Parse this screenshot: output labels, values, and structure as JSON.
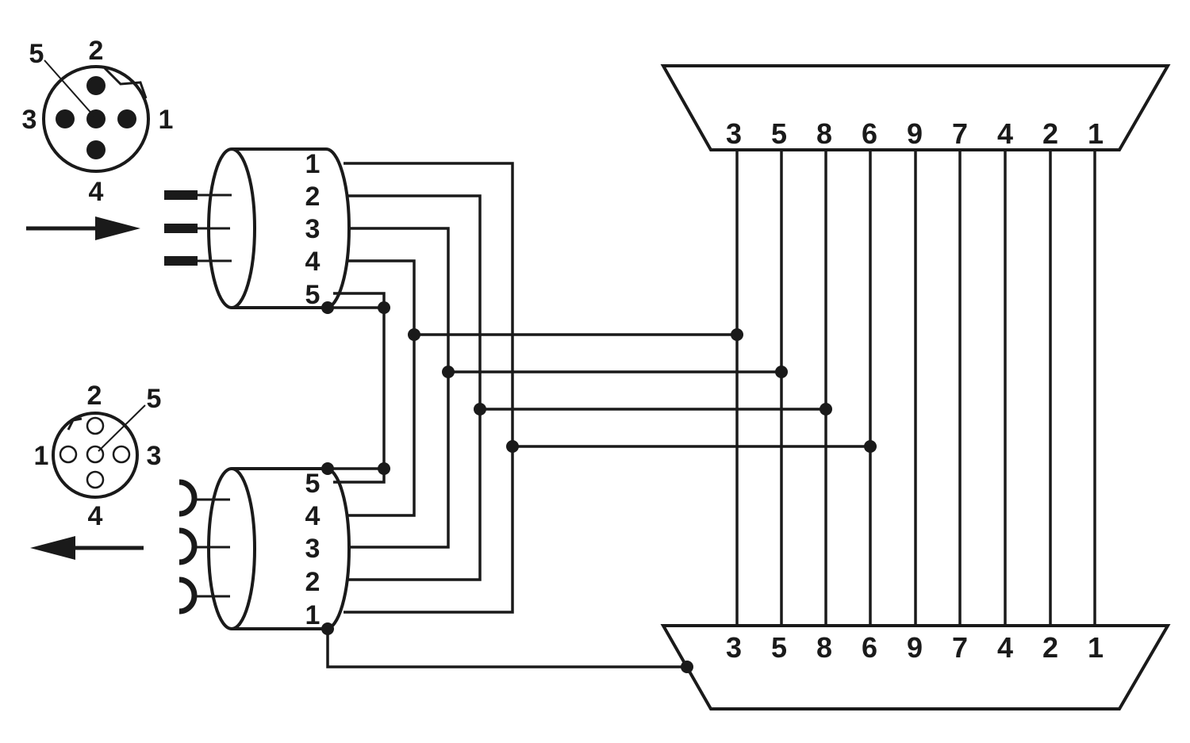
{
  "male_connector_face": {
    "pin_labels": {
      "top": "2",
      "center": "5",
      "left": "3",
      "right": "1",
      "bottom": "4"
    }
  },
  "female_connector_face": {
    "pin_labels": {
      "top": "2",
      "center": "5",
      "left": "1",
      "right": "3",
      "bottom": "4"
    }
  },
  "male_cable_pins": [
    "1",
    "2",
    "3",
    "4",
    "5"
  ],
  "female_cable_pins": [
    "5",
    "4",
    "3",
    "2",
    "1"
  ],
  "dsub_top_pins": [
    "3",
    "5",
    "8",
    "6",
    "9",
    "7",
    "4",
    "2",
    "1"
  ],
  "dsub_bottom_pins": [
    "3",
    "5",
    "8",
    "6",
    "9",
    "7",
    "4",
    "2",
    "1"
  ],
  "arrows": {
    "top": "inward",
    "bottom": "outward"
  }
}
